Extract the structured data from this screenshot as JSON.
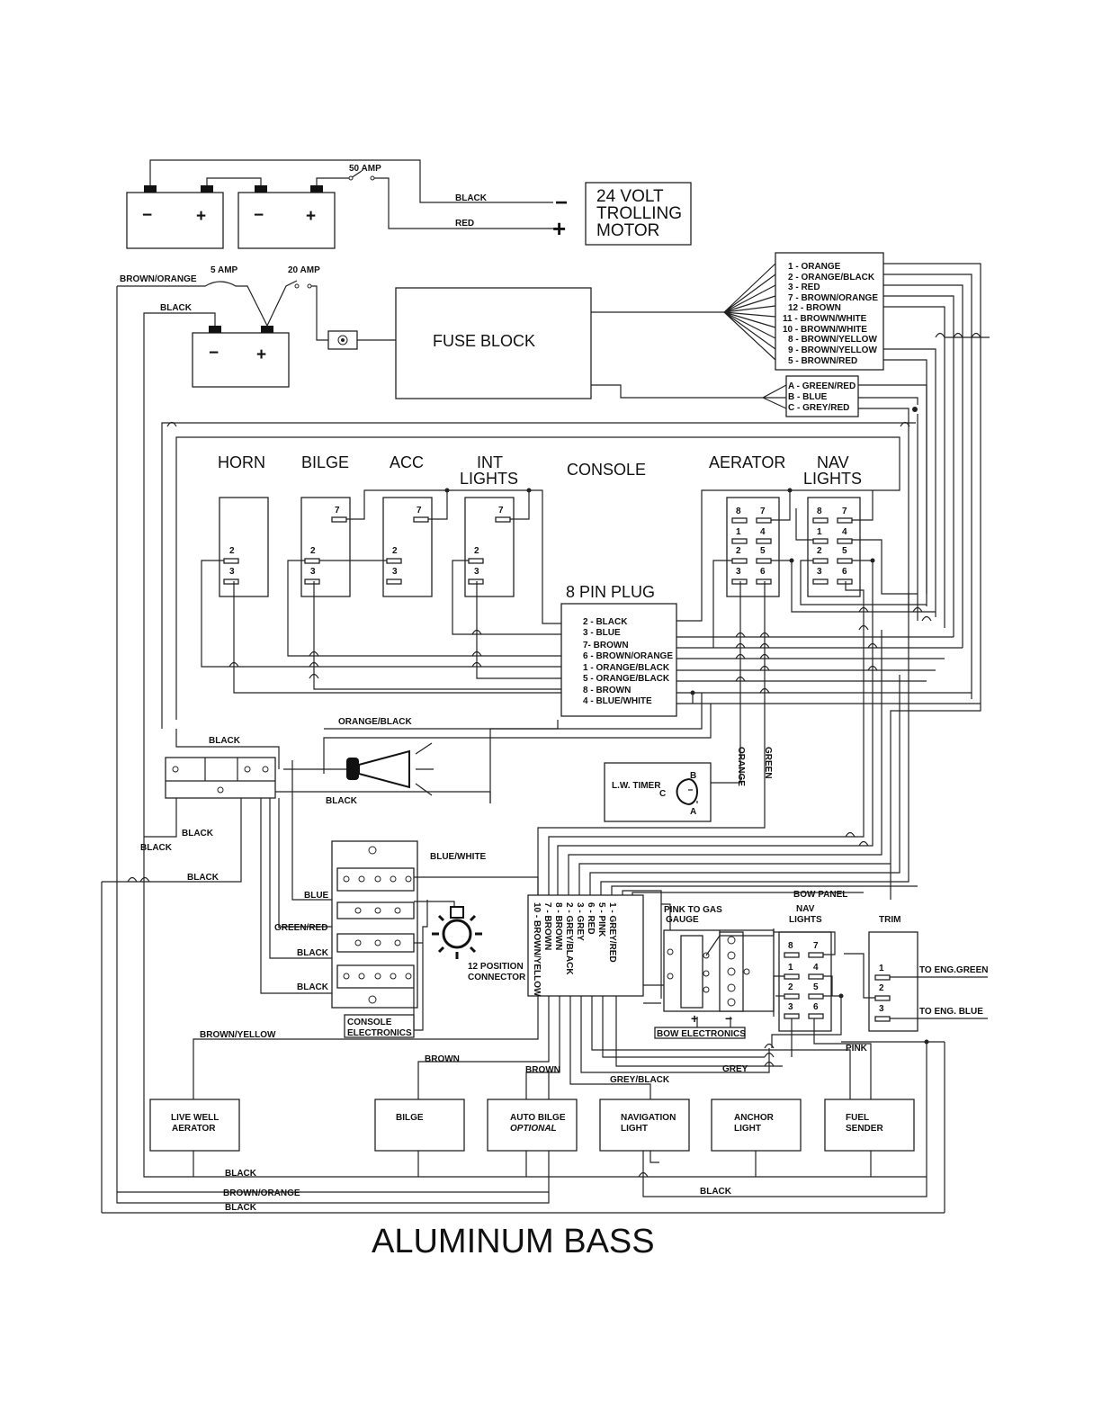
{
  "title": "ALUMINUM BASS",
  "trolling": {
    "fuse": "50 AMP",
    "motor": [
      "24 VOLT",
      "TROLLING",
      "MOTOR"
    ],
    "neg_wire": "BLACK",
    "pos_wire": "RED",
    "neg_sym": "−",
    "pos_sym": "+"
  },
  "house": {
    "feed_wire": "BROWN/ORANGE",
    "fuse_small": "5 AMP",
    "fuse_large": "20 AMP",
    "neg_wire": "BLACK",
    "fuse_block": "FUSE BLOCK"
  },
  "fuse_list": [
    "1 - ORANGE",
    "2 - ORANGE/BLACK",
    "3 - RED",
    "7 - BROWN/ORANGE",
    "12 - BROWN",
    "11 - BROWN/WHITE",
    "10 - BROWN/WHITE",
    "8 - BROWN/YELLOW",
    "9 - BROWN/YELLOW",
    "5 - BROWN/RED"
  ],
  "abc_list": [
    "A - GREEN/RED",
    "B - BLUE",
    "C - GREY/RED"
  ],
  "console": {
    "title": "CONSOLE",
    "switches": [
      {
        "label": "HORN",
        "pins": [
          "2",
          "3"
        ]
      },
      {
        "label": "BILGE",
        "pins": [
          "7",
          "2",
          "3"
        ]
      },
      {
        "label": "ACC",
        "pins": [
          "7",
          "2",
          "3"
        ]
      },
      {
        "label_lines": [
          "INT",
          "LIGHTS"
        ],
        "pins": [
          "7",
          "2",
          "3"
        ]
      }
    ],
    "aerator": {
      "label": "AERATOR",
      "pins": [
        "8",
        "7",
        "1",
        "4",
        "2",
        "5",
        "3",
        "6"
      ]
    },
    "nav": {
      "label_lines": [
        "NAV",
        "LIGHTS"
      ],
      "pins": [
        "8",
        "7",
        "1",
        "4",
        "2",
        "5",
        "3",
        "6"
      ]
    }
  },
  "plug8": {
    "title": "8 PIN PLUG",
    "rows": [
      "2 - BLACK",
      "3 - BLUE",
      "7- BROWN",
      "6 - BROWN/ORANGE",
      "1 - ORANGE/BLACK",
      "5 - ORANGE/BLACK",
      "8 - BROWN",
      "4 - BLUE/WHITE"
    ]
  },
  "horn_wire": "ORANGE/BLACK",
  "timer": {
    "label": "L.W. TIMER",
    "pin_a": "A",
    "pin_b": "B",
    "pin_c": "C",
    "wire_orange": "ORANGE",
    "wire_green": "GREEN"
  },
  "wires": {
    "black1": "BLACK",
    "black2": "BLACK",
    "black3": "BLACK",
    "black4": "BLACK",
    "black5": "BLACK",
    "black6": "BLACK",
    "black7": "BLACK",
    "blue_white": "BLUE/WHITE",
    "blue": "BLUE",
    "green_red": "GREEN/RED",
    "brown_yellow": "BROWN/YELLOW",
    "brown1": "BROWN",
    "brown2": "BROWN",
    "grey_black": "GREY/BLACK",
    "grey": "GREY",
    "pink": "PINK",
    "black_bottom1": "BLACK",
    "brown_orange_bottom": "BROWN/ORANGE",
    "black_bottom2": "BLACK",
    "black_bottom3": "BLACK"
  },
  "console_elec": [
    "CONSOLE",
    "ELECTRONICS"
  ],
  "pos12": {
    "label": [
      "12 POSITION",
      "CONNECTOR"
    ],
    "rows": [
      "1 - GREY/RED",
      "5 - PINK",
      "6 - RED",
      "3 - GREY",
      "2 - GREY/BLACK",
      "8 - BROWN",
      "7 - BROWN",
      "10 - BROWN/YELLOW"
    ]
  },
  "bow": {
    "panel": "BOW PANEL",
    "gauge": [
      "PINK TO GAS",
      "GAUGE"
    ],
    "nav": [
      "NAV",
      "LIGHTS"
    ],
    "trim": "TRIM",
    "trim_green": "TO ENG.GREEN",
    "trim_blue": "TO ENG. BLUE",
    "electronics": "BOW ELECTRONICS",
    "nav_pins": [
      "8",
      "7",
      "1",
      "4",
      "2",
      "5",
      "3",
      "6"
    ],
    "trim_pins": [
      "1",
      "2",
      "3"
    ]
  },
  "loads": [
    {
      "lines": [
        "LIVE WELL",
        "AERATOR"
      ]
    },
    {
      "lines": [
        "BILGE"
      ]
    },
    {
      "lines": [
        "AUTO BILGE",
        "OPTIONAL"
      ]
    },
    {
      "lines": [
        "NAVIGATION",
        "LIGHT"
      ]
    },
    {
      "lines": [
        "ANCHOR",
        "LIGHT"
      ]
    },
    {
      "lines": [
        "FUEL",
        "SENDER"
      ]
    }
  ]
}
